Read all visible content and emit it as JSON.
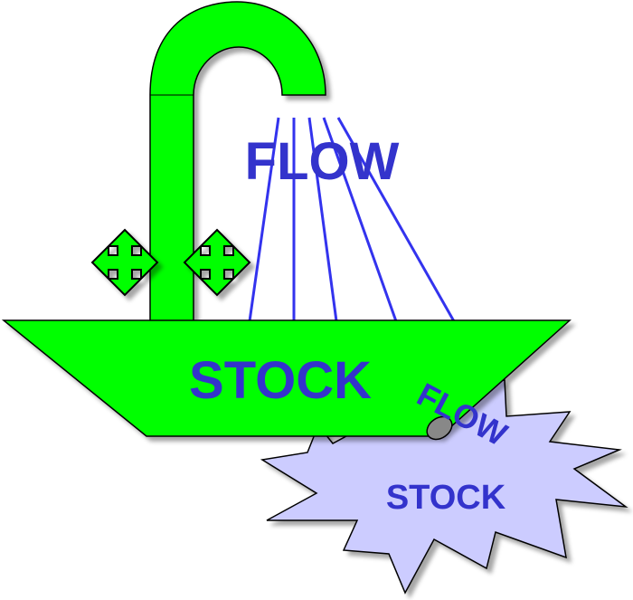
{
  "labels": {
    "faucet_flow": "FLOW",
    "basin_stock": "STOCK",
    "leak_flow": "FLOW",
    "puddle_stock": "STOCK"
  },
  "colors": {
    "green": "#00ff00",
    "blue_text": "#3333cc",
    "water_line": "#3333ee",
    "puddle": "#ccccff",
    "drain": "#888888",
    "outline": "#000000"
  },
  "icons": [
    "faucet-handle-left-icon",
    "faucet-handle-right-icon"
  ]
}
